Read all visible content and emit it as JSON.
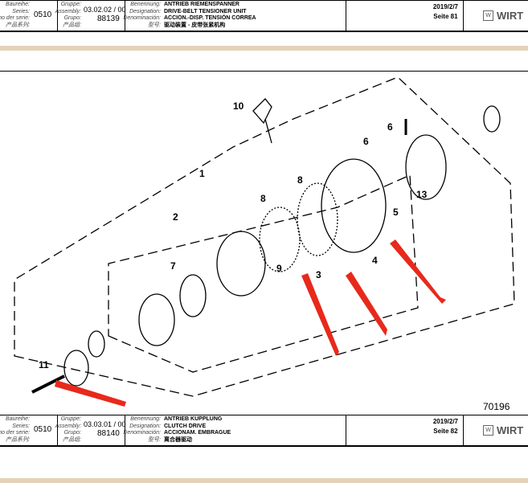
{
  "pages": [
    {
      "series_labels": [
        "Baureihe:",
        "Series:",
        "no der serie:",
        "产品系列:"
      ],
      "series": "0510",
      "group_labels": [
        "Gruppe:",
        "Assembly:",
        "Grupo:",
        "产品组:"
      ],
      "assembly": "03.02.02 / 00",
      "grupo": "88139",
      "name_labels": [
        "Benennung:",
        "Designation:",
        "Denominación:",
        "型号:"
      ],
      "names": [
        "ANTRIEB RIEMENSPANNER",
        "DRIVE-BELT TENSIONER UNIT",
        "ACCION.-DISP. TENSIÓN CORREA",
        "驱动装置 - 皮带张紧机构"
      ],
      "date": "2019/2/7",
      "page": "Seite 81",
      "logo": "WIRT"
    },
    {
      "series_labels": [
        "Baureihe:",
        "Series:",
        "no der serie:",
        "产品系列:"
      ],
      "series": "0510",
      "group_labels": [
        "Gruppe:",
        "Assembly:",
        "Grupo:",
        "产品组:"
      ],
      "assembly": "03.03.01 / 00",
      "grupo": "88140",
      "name_labels": [
        "Benennung:",
        "Designation:",
        "Denominación:",
        "型号:"
      ],
      "names": [
        "ANTRIEB KUPPLUNG",
        "CLUTCH DRIVE",
        "ACCIONAM. EMBRAGUE",
        "离合器驱动"
      ],
      "date": "2019/2/7",
      "page": "Seite 82",
      "logo": "WIRT"
    }
  ],
  "diagram": {
    "labels": [
      "10",
      "6",
      "1",
      "6",
      "8",
      "8",
      "2",
      "13",
      "5",
      "7",
      "9",
      "3",
      "4",
      "11"
    ],
    "drawing_number": "70196",
    "arrow_color": "#e8291c"
  }
}
